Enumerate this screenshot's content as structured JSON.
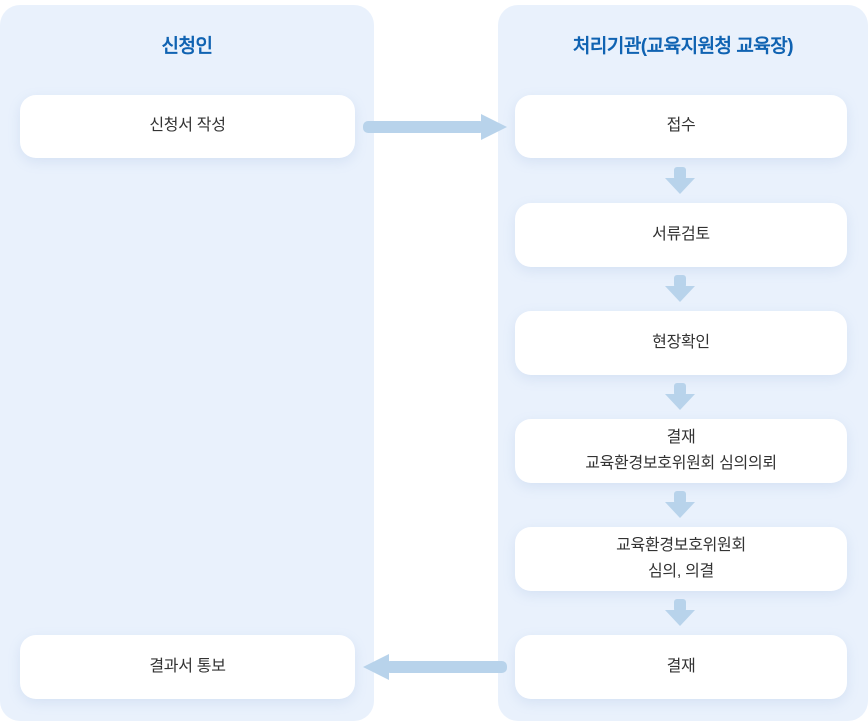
{
  "applicant": {
    "title": "신청인",
    "steps": [
      {
        "label": "신청서 작성"
      },
      {
        "label": "결과서 통보"
      }
    ]
  },
  "agency": {
    "title": "처리기관(교육지원청 교육장)",
    "steps": [
      {
        "label": "접수"
      },
      {
        "label": "서류검토"
      },
      {
        "label": "현장확인"
      },
      {
        "lines": [
          "결재",
          "교육환경보호위원회 심의의뢰"
        ]
      },
      {
        "lines": [
          "교육환경보호위원회",
          "심의, 의결"
        ]
      },
      {
        "label": "결재"
      }
    ]
  },
  "icons": {
    "flow_start_to_agency": "right-arrow-icon",
    "flow_step_down": "down-arrow-icon",
    "flow_result_to_applicant": "left-arrow-icon"
  },
  "colors": {
    "panel_bg": "#E9F1FC",
    "arrow": "#B8D3EB",
    "heading": "#1063B2",
    "box_text": "#333333",
    "box_bg": "#FFFFFF",
    "page_bg": "#FFFFFF"
  }
}
